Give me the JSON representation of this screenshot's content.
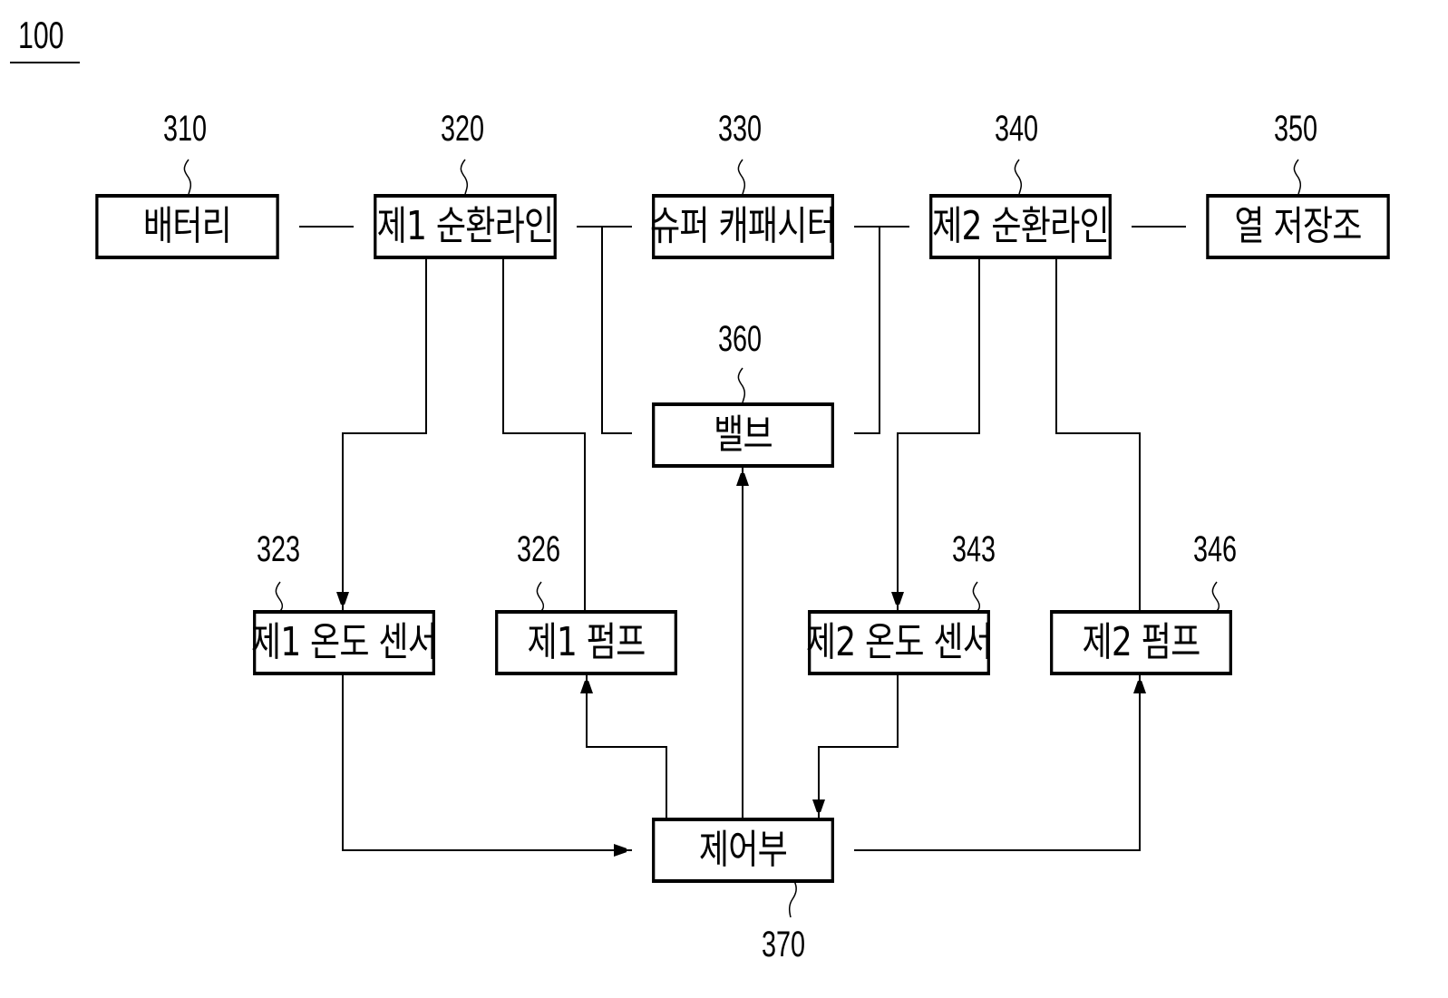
{
  "figure_label": "100",
  "blocks": {
    "battery": {
      "ref": "310",
      "label": "배터리"
    },
    "first_circulation_line": {
      "ref": "320",
      "label": "제1 순환라인"
    },
    "supercapacitor": {
      "ref": "330",
      "label": "슈퍼 캐패시터"
    },
    "second_circulation_line": {
      "ref": "340",
      "label": "제2 순환라인"
    },
    "heat_storage_tank": {
      "ref": "350",
      "label": "열 저장조"
    },
    "valve": {
      "ref": "360",
      "label": "밸브"
    },
    "first_temperature_sensor": {
      "ref": "323",
      "label": "제1 온도 센서"
    },
    "first_pump": {
      "ref": "326",
      "label": "제1 펌프"
    },
    "second_temperature_sensor": {
      "ref": "343",
      "label": "제2 온도 센서"
    },
    "second_pump": {
      "ref": "346",
      "label": "제2 펌프"
    },
    "controller": {
      "ref": "370",
      "label": "제어부"
    }
  },
  "connections": [
    {
      "from": "battery",
      "to": "first_circulation_line",
      "type": "line"
    },
    {
      "from": "first_circulation_line",
      "to": "supercapacitor",
      "type": "line"
    },
    {
      "from": "supercapacitor",
      "to": "second_circulation_line",
      "type": "line"
    },
    {
      "from": "second_circulation_line",
      "to": "heat_storage_tank",
      "type": "line"
    },
    {
      "from": "first_circulation_line",
      "to": "valve",
      "type": "line"
    },
    {
      "from": "second_circulation_line",
      "to": "valve",
      "type": "line"
    },
    {
      "from": "first_circulation_line",
      "to": "first_temperature_sensor",
      "type": "arrow"
    },
    {
      "from": "first_circulation_line",
      "to": "first_pump",
      "type": "line"
    },
    {
      "from": "second_circulation_line",
      "to": "second_temperature_sensor",
      "type": "arrow"
    },
    {
      "from": "second_circulation_line",
      "to": "second_pump",
      "type": "line"
    },
    {
      "from": "first_temperature_sensor",
      "to": "controller",
      "type": "arrow"
    },
    {
      "from": "controller",
      "to": "first_pump",
      "type": "arrow"
    },
    {
      "from": "controller",
      "to": "valve",
      "type": "arrow"
    },
    {
      "from": "second_temperature_sensor",
      "to": "controller",
      "type": "arrow"
    },
    {
      "from": "controller",
      "to": "second_pump",
      "type": "arrow"
    }
  ]
}
